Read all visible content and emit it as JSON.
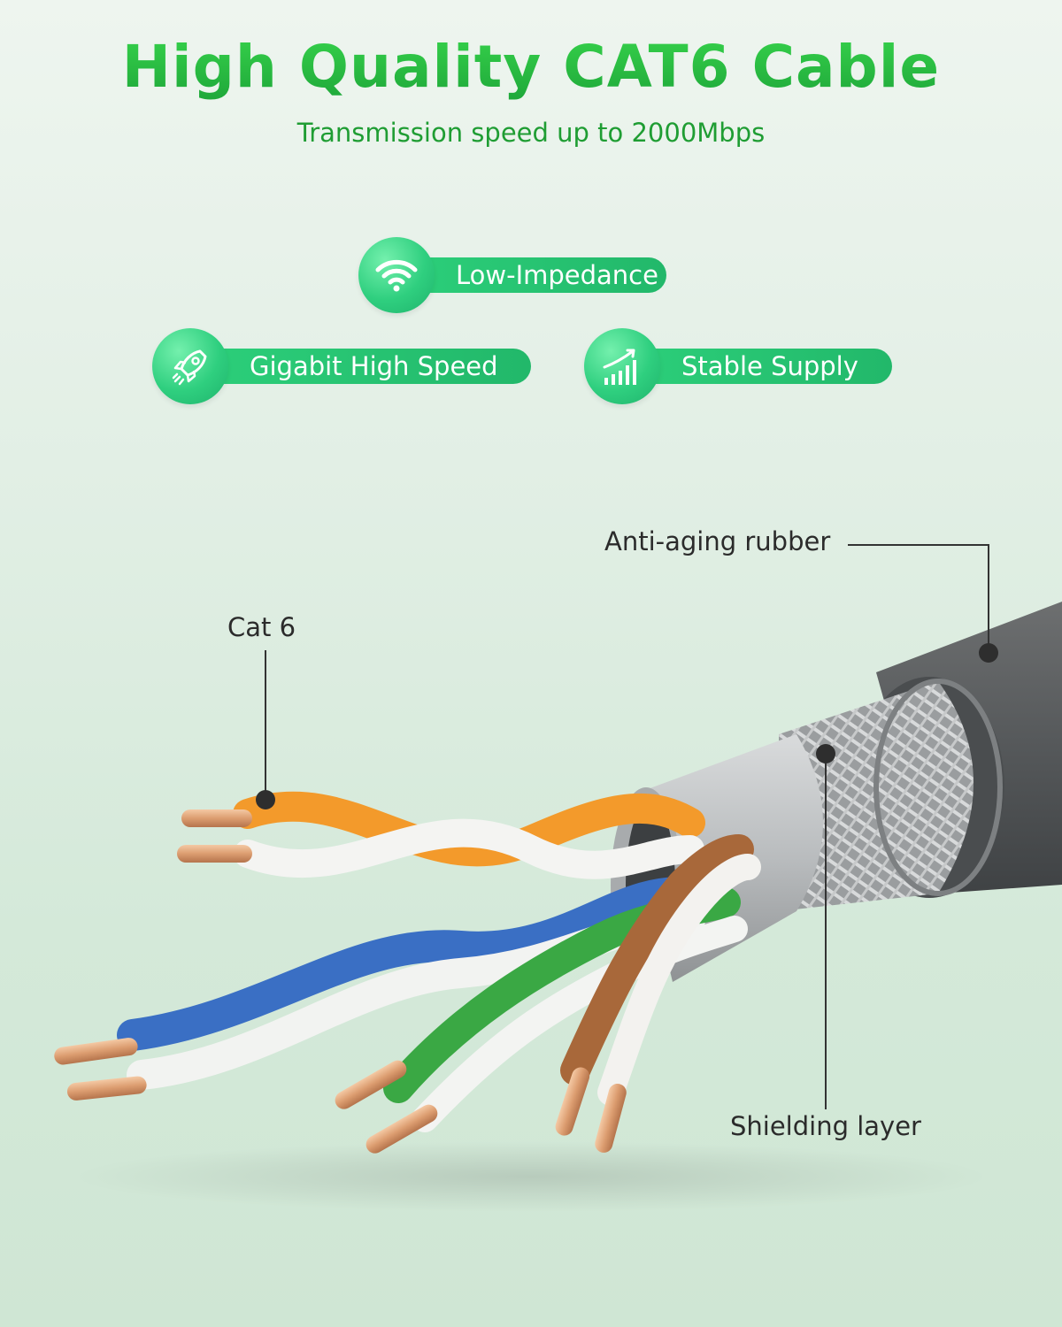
{
  "header": {
    "title": "High Quality CAT6 Cable",
    "subtitle": "Transmission speed up to 2000Mbps"
  },
  "features": {
    "low_impedance": {
      "label": "Low-Impedance",
      "icon": "wifi-icon"
    },
    "gigabit": {
      "label": "Gigabit High Speed",
      "icon": "rocket-icon"
    },
    "stable": {
      "label": "Stable Supply",
      "icon": "signal-bars-icon"
    }
  },
  "callouts": {
    "rubber": "Anti-aging rubber",
    "cat6": "Cat 6",
    "shield": "Shielding layer"
  },
  "colors": {
    "accent_green": "#1fa83a",
    "badge_green": "#2ccf7a",
    "wire_orange": "#f39a2b",
    "wire_blue": "#3a6fc4",
    "wire_green": "#3aa844",
    "wire_brown": "#a8683a",
    "jacket_gray": "#5d5f60",
    "copper": "#e3a77a"
  }
}
